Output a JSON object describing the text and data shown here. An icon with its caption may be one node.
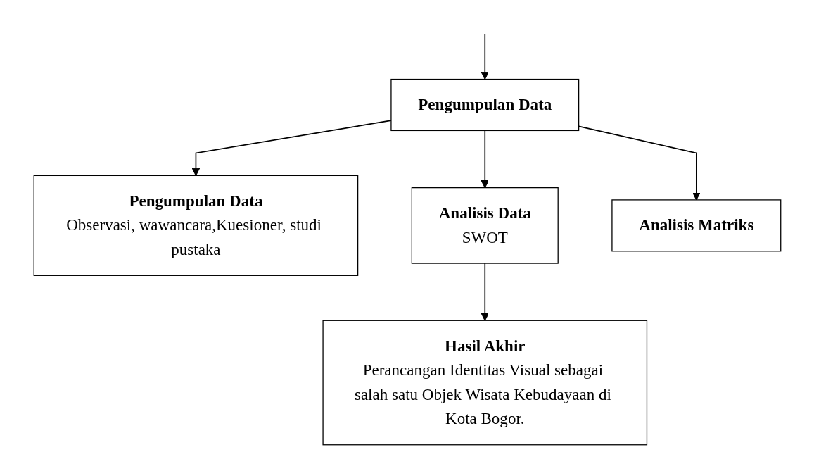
{
  "diagram": {
    "nodes": [
      {
        "text": [
          "Pengumpulan Data"
        ]
      },
      {
        "text": [
          "Pengumpulan Data",
          "Observasi, wawancara,Kuesioner, studi pustaka"
        ]
      },
      {
        "text": [
          "Analisis Data",
          "SWOT"
        ]
      },
      {
        "text": [
          "Analisis Matriks"
        ]
      },
      {
        "text": [
          "Hasil Akhir",
          "Perancangan Identitas Visual sebagai salah satu Objek Wisata Kebudayaan di Kota Bogor."
        ]
      }
    ],
    "edges": [
      {
        "from": null,
        "to": 0,
        "arrow": "to"
      },
      {
        "from": 0,
        "to": 1,
        "arrow": "to"
      },
      {
        "from": 0,
        "to": 2,
        "arrow": "to"
      },
      {
        "from": 0,
        "to": 3,
        "arrow": "to"
      },
      {
        "from": 2,
        "to": 4,
        "arrow": "to"
      }
    ]
  }
}
